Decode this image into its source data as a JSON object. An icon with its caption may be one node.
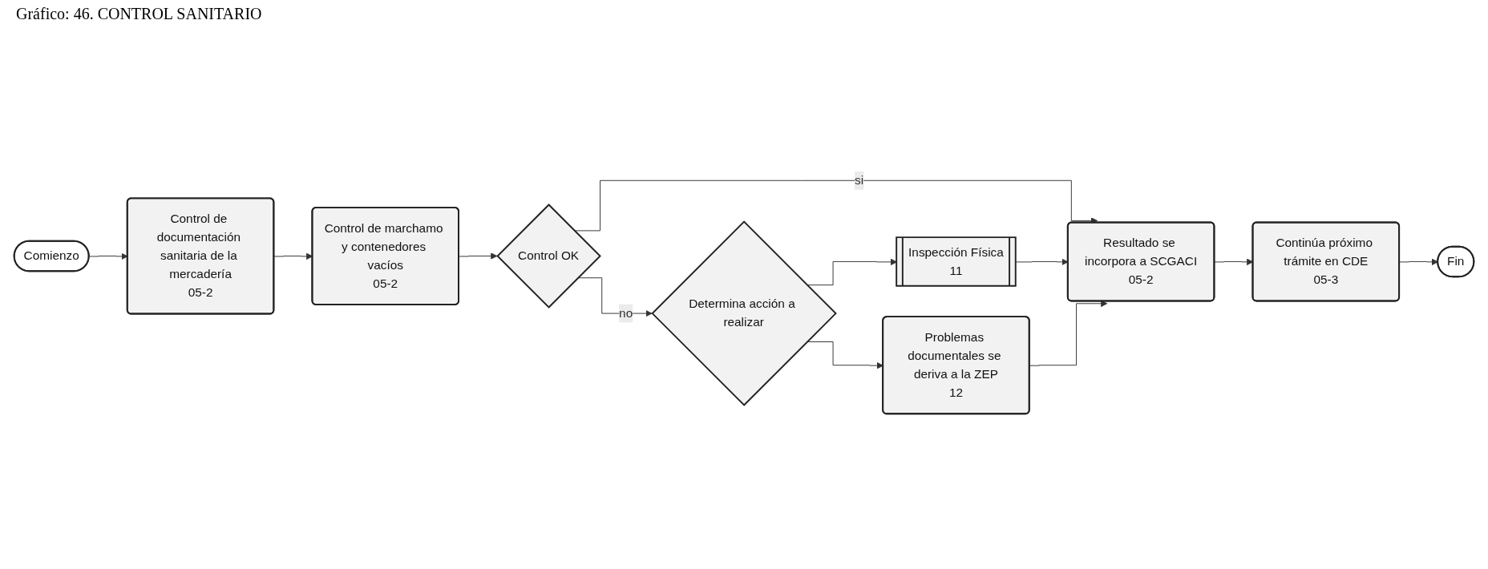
{
  "diagram": {
    "title": "Gráfico: 46. CONTROL SANITARIO",
    "nodes": [
      {
        "text": [
          "Comienzo"
        ]
      },
      {
        "text": [
          "Control de documentación sanitaria de la mercadería",
          "05-2"
        ]
      },
      {
        "text": [
          "Control de marchamo y contenedores vacíos",
          "05-2"
        ]
      },
      {
        "text": [
          "Control OK"
        ]
      },
      {
        "text": [
          "Resultado se incorpora a SCGACI",
          "05-2"
        ]
      },
      {
        "text": [
          "Continúa próximo trámite en CDE",
          "05-3"
        ]
      },
      {
        "text": [
          "Fin"
        ]
      },
      {
        "text": [
          "Determina acción a realizar"
        ]
      },
      {
        "text": [
          "Inspección Física",
          "11"
        ]
      },
      {
        "text": [
          "Problemas documentales se deriva a la ZEP",
          "12"
        ]
      }
    ],
    "edges": [
      {
        "from": 0,
        "to": 1,
        "arrow": "to"
      },
      {
        "from": 1,
        "to": 2,
        "arrow": "to"
      },
      {
        "from": 2,
        "to": 3,
        "arrow": "to"
      },
      {
        "from": 3,
        "to": 4,
        "label": "si",
        "arrow": "to"
      },
      {
        "from": 3,
        "to": 7,
        "label": "no",
        "arrow": "to"
      },
      {
        "from": 7,
        "to": 8,
        "arrow": "to"
      },
      {
        "from": 7,
        "to": 9,
        "arrow": "to"
      },
      {
        "from": 8,
        "to": 4,
        "arrow": "to"
      },
      {
        "from": 9,
        "to": 4,
        "arrow": "to"
      },
      {
        "from": 4,
        "to": 5,
        "arrow": "to"
      },
      {
        "from": 5,
        "to": 6,
        "arrow": "to"
      }
    ]
  }
}
